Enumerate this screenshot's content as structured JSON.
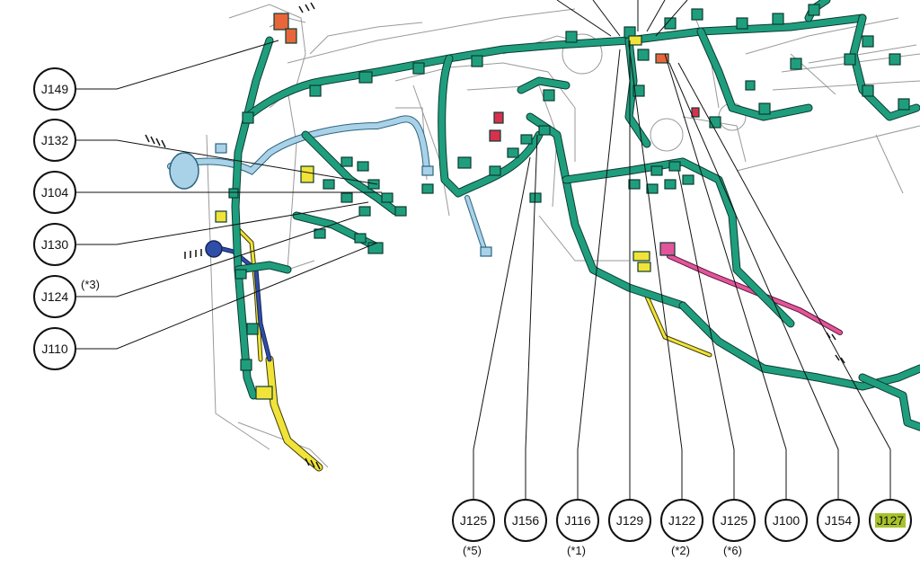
{
  "colors": {
    "harness_main": "#1f9e7e",
    "harness_outline": "#0c3b30",
    "harness_light_blue": "#a9d2e8",
    "harness_yellow": "#f1e338",
    "harness_pink": "#e2559b",
    "harness_orange": "#e8663a",
    "harness_navy": "#2f4ea8",
    "connector_red": "#d9304e",
    "highlight": "#a7c22b",
    "line_art": "#8a8a8a"
  },
  "callouts_left": [
    {
      "id": "J149",
      "note": ""
    },
    {
      "id": "J132",
      "note": ""
    },
    {
      "id": "J104",
      "note": ""
    },
    {
      "id": "J130",
      "note": ""
    },
    {
      "id": "J124",
      "note": "(*3)"
    },
    {
      "id": "J110",
      "note": ""
    }
  ],
  "callouts_bottom": [
    {
      "id": "J125",
      "note": "(*5)"
    },
    {
      "id": "J156",
      "note": ""
    },
    {
      "id": "J116",
      "note": "(*1)"
    },
    {
      "id": "J129",
      "note": ""
    },
    {
      "id": "J122",
      "note": "(*2)"
    },
    {
      "id": "J125",
      "note": "(*6)"
    },
    {
      "id": "J100",
      "note": ""
    },
    {
      "id": "J154",
      "note": ""
    },
    {
      "id": "J127",
      "note": "",
      "highlighted": true
    }
  ]
}
